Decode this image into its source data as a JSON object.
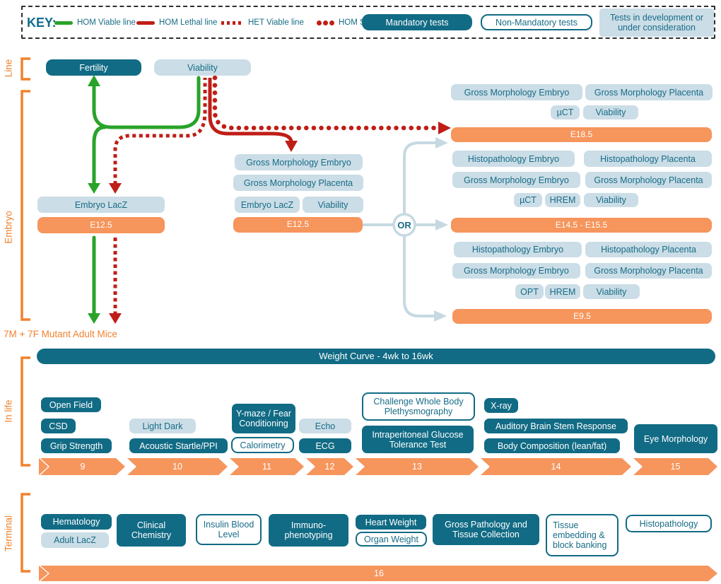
{
  "key": {
    "title": "KEY:",
    "legend": [
      {
        "name": "hom-viable-line",
        "label": "HOM Viable line"
      },
      {
        "name": "hom-lethal-line",
        "label": "HOM Lethal line"
      },
      {
        "name": "het-viable-line",
        "label": "HET Viable line"
      },
      {
        "name": "hom-subviable",
        "label": "HOM Subviable"
      }
    ],
    "mandatory": "Mandatory tests",
    "non_mandatory": "Non-Mandatory tests",
    "in_development": "Tests in development or under consideration"
  },
  "sections": {
    "line": "Line",
    "embryo": "Embryo",
    "in_life": "In life",
    "terminal": "Terminal"
  },
  "line": {
    "fertility": "Fertility",
    "viability": "Viability"
  },
  "embryo": {
    "left": {
      "test": "Embryo LacZ",
      "stage": "E12.5"
    },
    "mid": {
      "tests": [
        "Gross Morphology Embryo",
        "Gross Morphology Placenta",
        "Embryo LacZ",
        "Viability"
      ],
      "stage": "E12.5"
    },
    "or_label": "OR",
    "e18": {
      "top": [
        "Gross Morphology Embryo",
        "Gross Morphology Placenta",
        "µCT",
        "Viability"
      ],
      "stage": "E18.5",
      "bottom": [
        "Histopathology Embryo",
        "Histopathology Placenta"
      ]
    },
    "e14": {
      "top": [
        "Gross Morphology Embryo",
        "Gross Morphology Placenta",
        "µCT",
        "HREM",
        "Viability"
      ],
      "stage": "E14.5 - E15.5",
      "bottom": [
        "Histopathology Embryo",
        "Histopathology Placenta",
        "Gross Morphology Embryo",
        "Gross Morphology Placenta",
        "OPT",
        "HREM",
        "Viability"
      ]
    },
    "e9": {
      "stage": "E9.5"
    },
    "mutant_note": "7M + 7F Mutant Adult Mice"
  },
  "in_life": {
    "weight_curve": "Weight Curve - 4wk to 16wk",
    "weeks": [
      "9",
      "10",
      "11",
      "12",
      "13",
      "14",
      "15"
    ],
    "tests": {
      "open_field": "Open Field",
      "csd": "CSD",
      "grip_strength": "Grip Strength",
      "light_dark": "Light Dark",
      "acoustic_startle": "Acoustic Startle/PPI",
      "ymaze": "Y-maze / Fear Conditioning",
      "calorimetry": "Calorimetry",
      "echo": "Echo",
      "ecg": "ECG",
      "plethysmography": "Challenge Whole Body Plethysmography",
      "ipgtt": "Intraperitoneal Glucose Tolerance Test",
      "xray": "X-ray",
      "abr": "Auditory Brain Stem Response",
      "body_composition": "Body Composition (lean/fat)",
      "eye_morphology": "Eye Morphology"
    }
  },
  "terminal": {
    "week": "16",
    "tests": {
      "hematology": "Hematology",
      "adult_lacz": "Adult LacZ",
      "clinical_chemistry": "Clinical Chemistry",
      "insulin_blood_level": "Insulin Blood Level",
      "immunophenotyping": "Immuno-phenotyping",
      "heart_weight": "Heart Weight",
      "organ_weight": "Organ Weight",
      "gross_pathology": "Gross Pathology and Tissue Collection",
      "tissue_embedding": "Tissue embedding & block banking",
      "histopathology": "Histopathology"
    }
  },
  "colors": {
    "teal": "#116B85",
    "light_blue": "#CBDDE6",
    "orange": "#F6955C",
    "green": "#29A329",
    "red": "#BF1E17",
    "grey_arrow": "#C6D9E2"
  }
}
